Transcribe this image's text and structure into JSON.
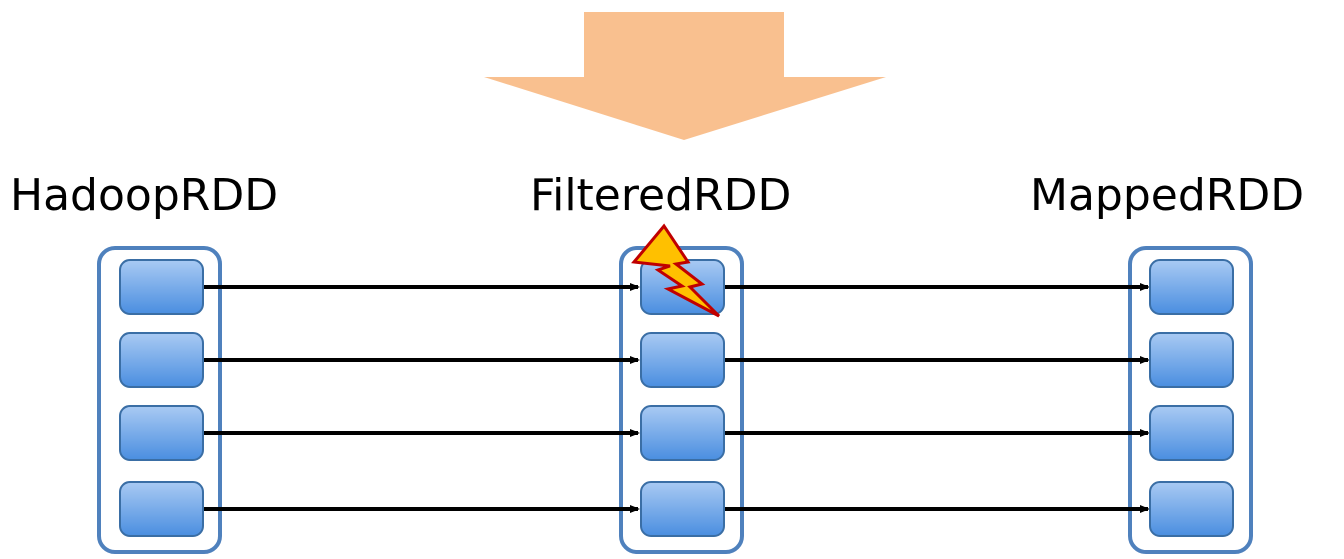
{
  "colors": {
    "big_arrow": "#F9C08F",
    "group_border": "#4F81BD",
    "partition_top": "#A9CAF3",
    "partition_bottom": "#4A8EE0",
    "partition_border": "#3A6EA5",
    "dependency_arrow": "#000000",
    "failure_fill": "#FFC000",
    "failure_stroke": "#C00000"
  },
  "icons": {
    "transform_arrow": "down-arrow-icon",
    "failure": "lightning-icon"
  },
  "rdds": [
    {
      "name": "HadoopRDD",
      "partitions": 4
    },
    {
      "name": "FilteredRDD",
      "partitions": 4,
      "failed_partition": 1
    },
    {
      "name": "MappedRDD",
      "partitions": 4
    }
  ]
}
